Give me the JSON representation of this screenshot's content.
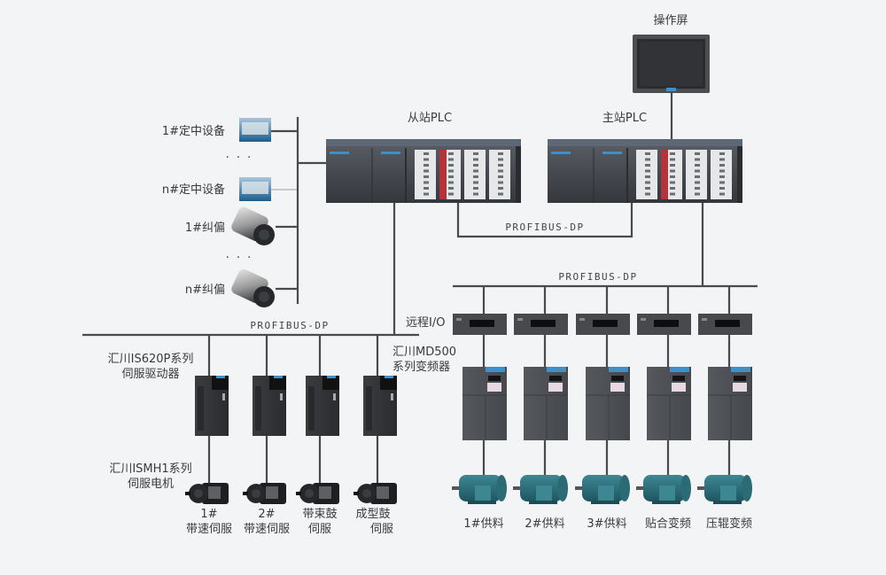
{
  "colors": {
    "background": "#f3f4f6",
    "line": "#4a4a4a",
    "plc_body": "#3f4248",
    "motor_teal": "#2e6f7c",
    "accent_red": "#b4343a",
    "screen_blue": "#3f8fc8"
  },
  "hmi": {
    "label": "操作屏",
    "icon": "touchscreen-hmi-icon"
  },
  "master_plc": {
    "label": "主站PLC",
    "icon": "plc-rack-icon"
  },
  "slave_plc": {
    "label": "从站PLC",
    "icon": "plc-rack-icon"
  },
  "buses": {
    "plc_link": "PROFIBUS-DP",
    "remote_bus": "PROFIBUS-DP",
    "servo_bus": "PROFIBUS-DP"
  },
  "left_devices": [
    {
      "label": "1#定中设备",
      "icon": "centering-device-icon"
    },
    {
      "label": "n#定中设备",
      "icon": "centering-device-icon"
    },
    {
      "label": "1#纠偏",
      "icon": "camera-sensor-icon"
    },
    {
      "label": "n#纠偏",
      "icon": "camera-sensor-icon"
    }
  ],
  "ellipsis": "·   ·   ·",
  "servo_drive_group": {
    "label_line1": "汇川IS620P系列",
    "label_line2": "伺服驱动器",
    "count": 4
  },
  "servo_motor_group": {
    "label_line1": "汇川ISMH1系列",
    "label_line2": "伺服电机"
  },
  "servo_motors": [
    {
      "line1": "1#",
      "line2": "带速伺服"
    },
    {
      "line1": "2#",
      "line2": "带速伺服"
    },
    {
      "line1": "带束鼓",
      "line2": "伺服"
    },
    {
      "line1": "成型鼓",
      "line2": "伺服"
    }
  ],
  "remote_io": {
    "label": "远程I/O",
    "count": 5
  },
  "vfd_group": {
    "label_line1": "汇川MD500",
    "label_line2": "系列变频器",
    "count": 5
  },
  "ac_motors": [
    {
      "label": "1#供料"
    },
    {
      "label": "2#供料"
    },
    {
      "label": "3#供料"
    },
    {
      "label": "贴合变频"
    },
    {
      "label": "压辊变频"
    }
  ]
}
